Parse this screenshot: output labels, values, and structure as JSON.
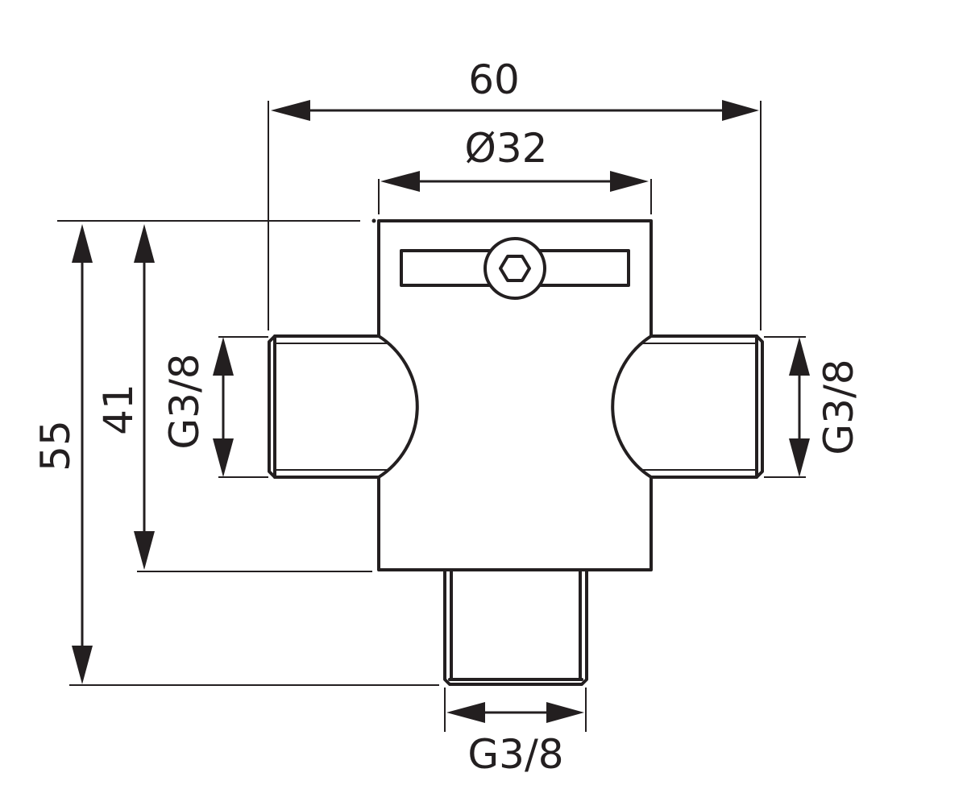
{
  "dimensions": {
    "overall_width": "60",
    "body_diameter": "Ø32",
    "total_height": "55",
    "body_height": "41",
    "left_thread": "G3/8",
    "right_thread": "G3/8",
    "bottom_thread": "G3/8"
  },
  "colors": {
    "line": "#231f20",
    "background": "#ffffff"
  }
}
